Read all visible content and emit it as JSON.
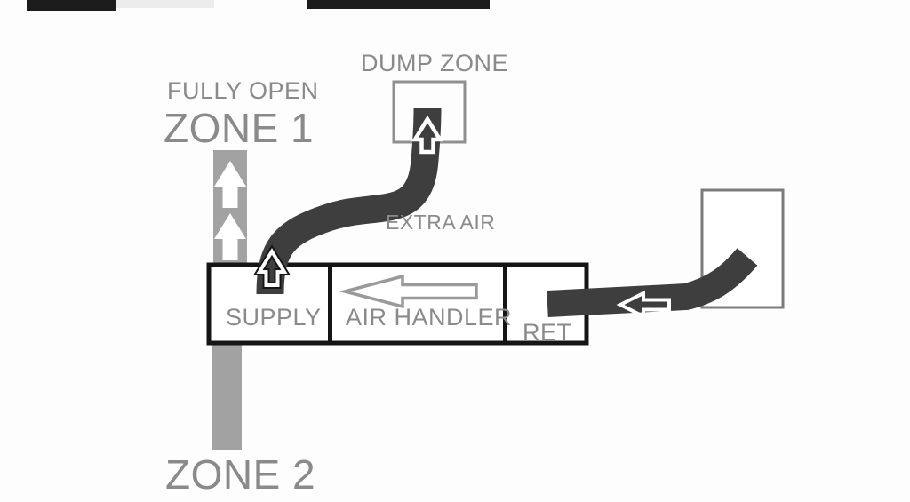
{
  "labels": {
    "fully_open": "FULLY OPEN",
    "zone1": "ZONE 1",
    "dump_zone": "DUMP ZONE",
    "extra_air": "EXTRA AIR",
    "zone2": "ZONE 2",
    "supply": "SUPPLY",
    "air_handler": "AIR HANDLER",
    "ret": "RET"
  },
  "colors": {
    "duct_dark": "#3e3e3e",
    "duct_gray": "#a2a2a2",
    "box_outline": "#151515",
    "dump_square_outline": "#8f8f8f",
    "return_square_outline": "#7c7c7c",
    "text_gray": "#8a8a8a",
    "arrow_white": "#ffffff",
    "arrow_gray_outline": "#9a9a9a",
    "top_bar": "#1c1c1c"
  }
}
